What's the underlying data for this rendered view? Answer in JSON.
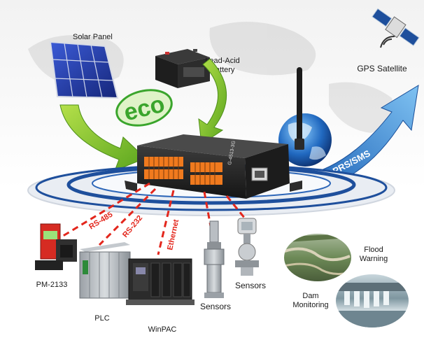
{
  "labels": {
    "solar_panel": "Solar Panel",
    "battery_line1": "Lead-Acid",
    "battery_line2": "Battery",
    "eco": "eco",
    "gps_satellite": "GPS Satellite",
    "gprs_sms": "GPRS/SMS",
    "device_model": "G-4513-3G",
    "rs485": "RS-485",
    "rs232": "RS-232",
    "ethernet": "Ethernet",
    "pm2133": "PM-2133",
    "plc": "PLC",
    "winpac": "WinPAC",
    "sensors_left": "Sensors",
    "sensors_right": "Sensors",
    "flood_line1": "Flood",
    "flood_line2": "Warning",
    "dam_line1": "Dam",
    "dam_line2": "Monitoring"
  },
  "colors": {
    "eco_green": "#3aa52c",
    "arrow_green": "#7cc52a",
    "gprs_blue": "#2f86d6",
    "ring_blue": "#1e4f9c",
    "link_red": "#e3261c",
    "device_dark": "#2a2a2a",
    "terminal_orange": "#f07a1e"
  }
}
